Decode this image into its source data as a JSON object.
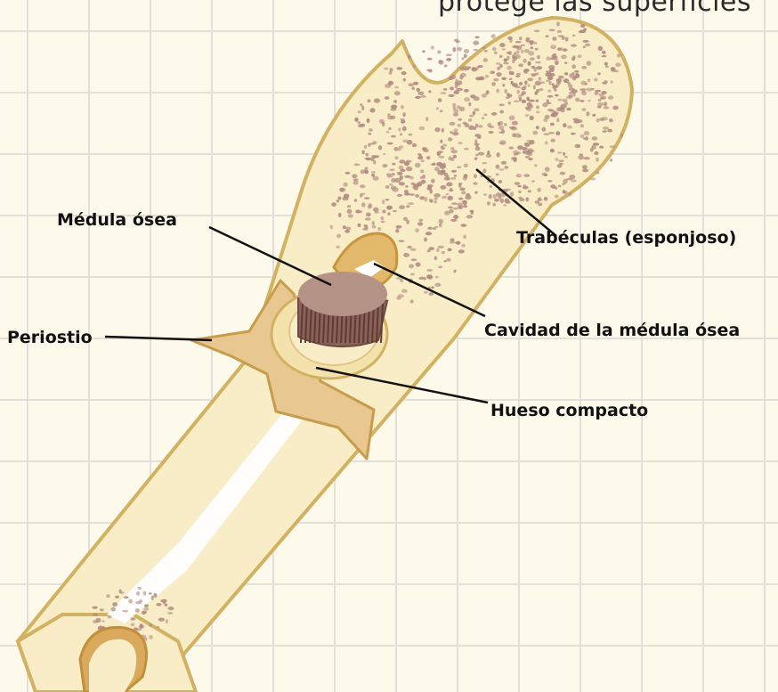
{
  "heading": "protege las superficies",
  "labels": {
    "medula": "Médula ósea",
    "trabeculas": "Trabéculas (esponjoso)",
    "cavidad": "Cavidad de la médula ósea",
    "periostio": "Periostio",
    "hueso_compacto": "Hueso compacto"
  },
  "colors": {
    "background": "#fdfaec",
    "grid": "#e2e0d8",
    "bone_fill": "#f8edc6",
    "bone_outline": "#d2b262",
    "pores": "#b08a82",
    "periosteum": "#e8c890",
    "marrow": "#a98a7e",
    "leader_lines": "#111111"
  }
}
